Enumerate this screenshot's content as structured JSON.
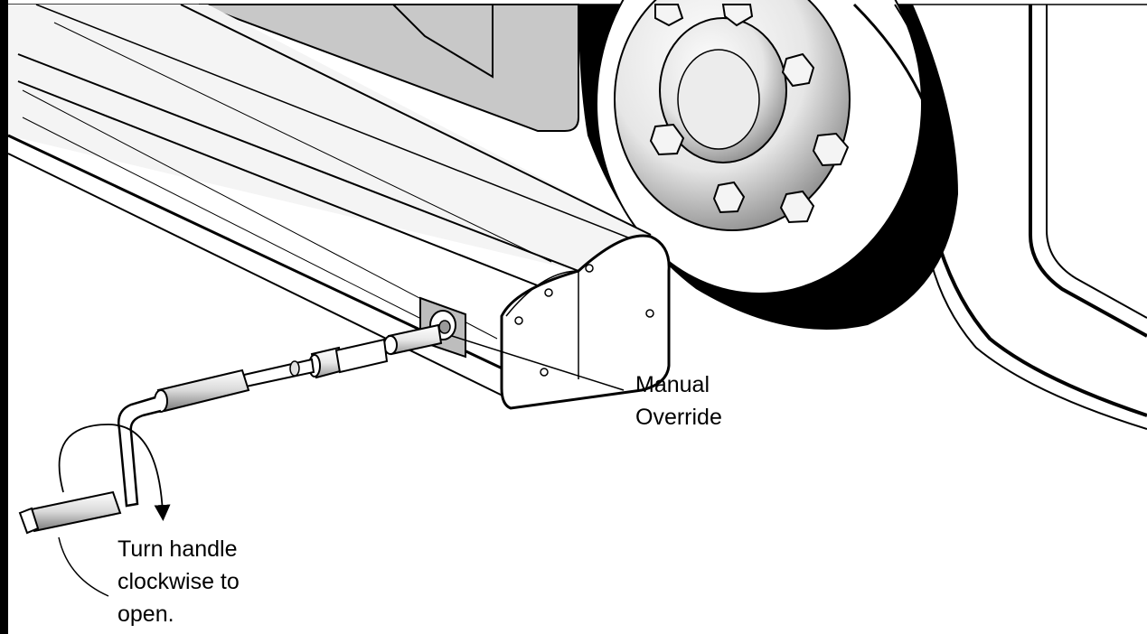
{
  "labels": {
    "manual_override": [
      "Manual",
      "Override"
    ],
    "turn_handle": [
      "Turn handle",
      "clockwise to",
      "open."
    ]
  },
  "colors": {
    "line": "#000000",
    "panel_gray": "#c8c8c8",
    "background": "#ffffff"
  },
  "icons": {
    "rotation_direction": "clockwise-arrow-icon"
  }
}
